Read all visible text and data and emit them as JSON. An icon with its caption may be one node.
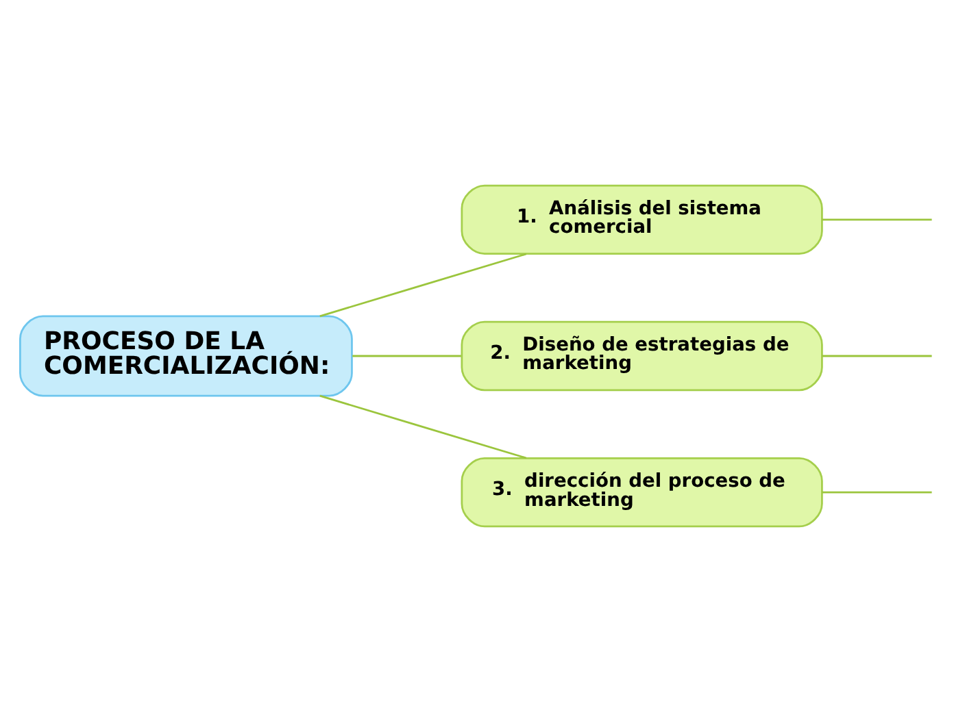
{
  "diagram": {
    "nodes": [
      {
        "text": [
          "PROCESO DE LA COMERCIALIZACIÓN:"
        ]
      },
      {
        "text": [
          "1.",
          "Análisis del sistema comercial"
        ]
      },
      {
        "text": [
          "2.",
          "Diseño de estrategias de marketing"
        ]
      },
      {
        "text": [
          "3.",
          "dirección del proceso de marketing"
        ]
      }
    ],
    "edges": [
      {
        "from": 0,
        "to": 1,
        "arrow": "none"
      },
      {
        "from": 0,
        "to": 2,
        "arrow": "none"
      },
      {
        "from": 0,
        "to": 3,
        "arrow": "none"
      },
      {
        "from": 1,
        "to": null,
        "arrow": "none"
      },
      {
        "from": 2,
        "to": null,
        "arrow": "none"
      },
      {
        "from": 3,
        "to": null,
        "arrow": "none"
      }
    ]
  }
}
